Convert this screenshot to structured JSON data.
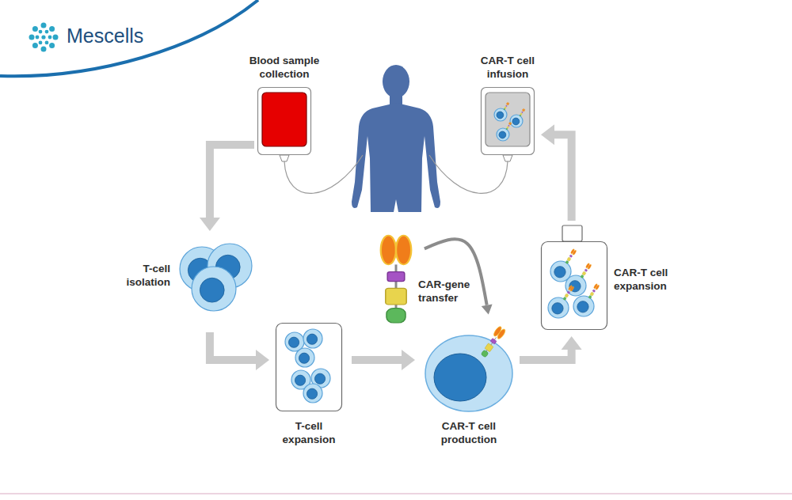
{
  "diagram": {
    "nodes": [
      {
        "text": [
          "Blood sample collection"
        ]
      },
      {
        "text": [
          "CAR-T cell infusion"
        ]
      },
      {
        "text": [
          "T-cell isolation"
        ]
      },
      {
        "text": [
          "CAR-gene transfer"
        ]
      },
      {
        "text": [
          "CAR-T cell expansion"
        ]
      },
      {
        "text": [
          "T-cell expansion"
        ]
      },
      {
        "text": [
          "CAR-T cell production"
        ]
      }
    ],
    "edges": [
      {
        "from": 0,
        "to": 2,
        "arrow": "to"
      },
      {
        "from": 2,
        "to": 5,
        "arrow": "to"
      },
      {
        "from": 5,
        "to": 6,
        "arrow": "to"
      },
      {
        "from": 3,
        "to": 6,
        "arrow": "to"
      },
      {
        "from": 6,
        "to": 4,
        "arrow": "to"
      },
      {
        "from": 4,
        "to": 1,
        "arrow": "to"
      }
    ],
    "labels": [
      "Mescells"
    ]
  }
}
